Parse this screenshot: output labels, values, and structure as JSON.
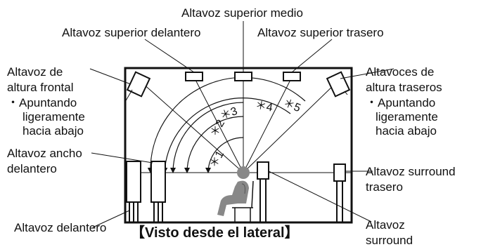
{
  "labels": {
    "top_middle": "Altavoz superior medio",
    "top_front": "Altavoz superior delantero",
    "top_rear": "Altavoz superior trasero",
    "front_height_1": "Altavoz de",
    "front_height_2": "altura frontal",
    "front_height_note_1": "・Apuntando",
    "front_height_note_2": "ligeramente",
    "front_height_note_3": "hacia abajo",
    "rear_height_1": "Altavoces de",
    "rear_height_2": "altura traseros",
    "rear_height_note_1": "・Apuntando",
    "rear_height_note_2": "ligeramente",
    "rear_height_note_3": "hacia abajo",
    "front_wide_1": "Altavoz ancho",
    "front_wide_2": "delantero",
    "surround_rear_1": "Altavoz surround",
    "surround_rear_2": "trasero",
    "front": "Altavoz delantero",
    "surround_1": "Altavoz",
    "surround_2": "surround",
    "caption": "【Visto desde el lateral】"
  },
  "angle_marks": [
    "＊1",
    "＊2",
    "＊3",
    "＊4",
    "＊5"
  ]
}
